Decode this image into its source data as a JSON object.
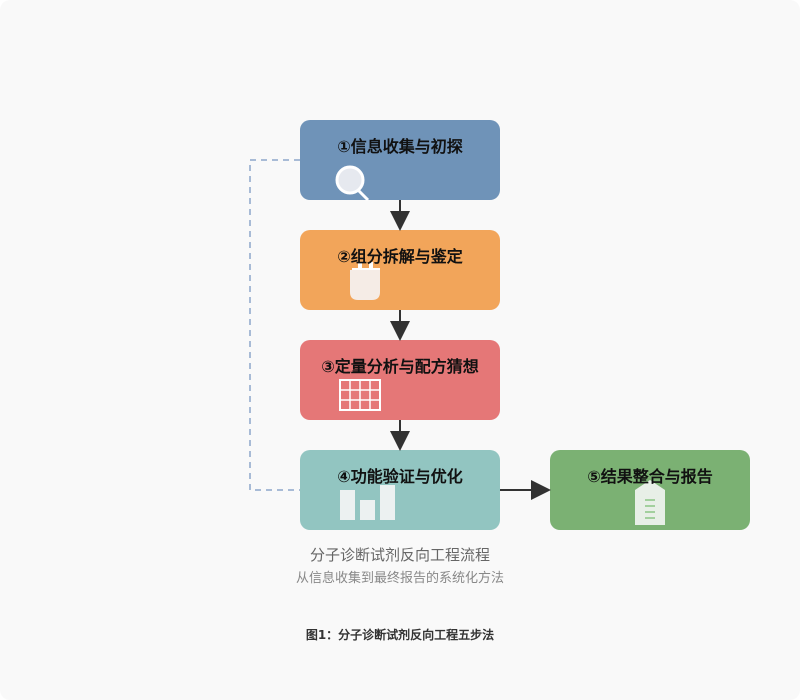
{
  "steps": [
    {
      "label": "①信息收集与初探",
      "icon": "magnifier-icon",
      "color": "#6f93b8"
    },
    {
      "label": "②组分拆解与鉴定",
      "icon": "bottle-icon",
      "color": "#f2a55a"
    },
    {
      "label": "③定量分析与配方猜想",
      "icon": "grid-table-icon",
      "color": "#e57777"
    },
    {
      "label": "④功能验证与优化",
      "icon": "bar-chart-icon",
      "color": "#92c5c1"
    },
    {
      "label": "⑤结果整合与报告",
      "icon": "document-icon",
      "color": "#7bb173"
    }
  ],
  "feedback_loop_color": "#a8bbd6",
  "subtitle": "分子诊断试剂反向工程流程",
  "subtitle2": "从信息收集到最终报告的系统化方法",
  "caption": "图1：分子诊断试剂反向工程五步法"
}
